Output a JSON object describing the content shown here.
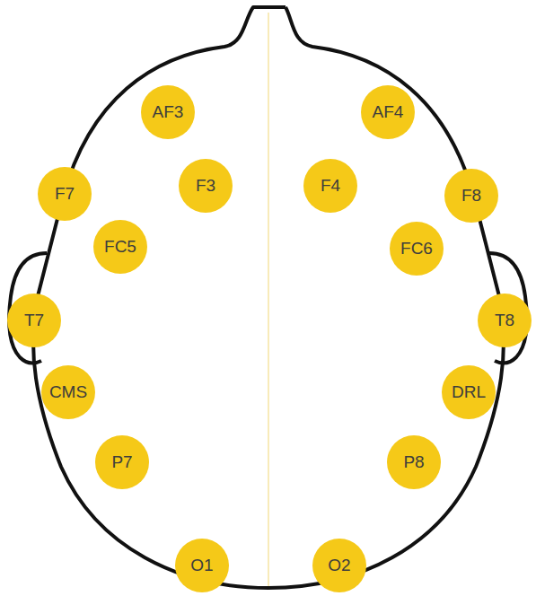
{
  "diagram": {
    "nodes": [
      {
        "text": [
          "AF3"
        ]
      },
      {
        "text": [
          "AF4"
        ]
      },
      {
        "text": [
          "F7"
        ]
      },
      {
        "text": [
          "F3"
        ]
      },
      {
        "text": [
          "F4"
        ]
      },
      {
        "text": [
          "F8"
        ]
      },
      {
        "text": [
          "FC5"
        ]
      },
      {
        "text": [
          "FC6"
        ]
      },
      {
        "text": [
          "T7"
        ]
      },
      {
        "text": [
          "T8"
        ]
      },
      {
        "text": [
          "CMS"
        ]
      },
      {
        "text": [
          "DRL"
        ]
      },
      {
        "text": [
          "P7"
        ]
      },
      {
        "text": [
          "P8"
        ]
      },
      {
        "text": [
          "O1"
        ]
      },
      {
        "text": [
          "O2"
        ]
      }
    ]
  }
}
